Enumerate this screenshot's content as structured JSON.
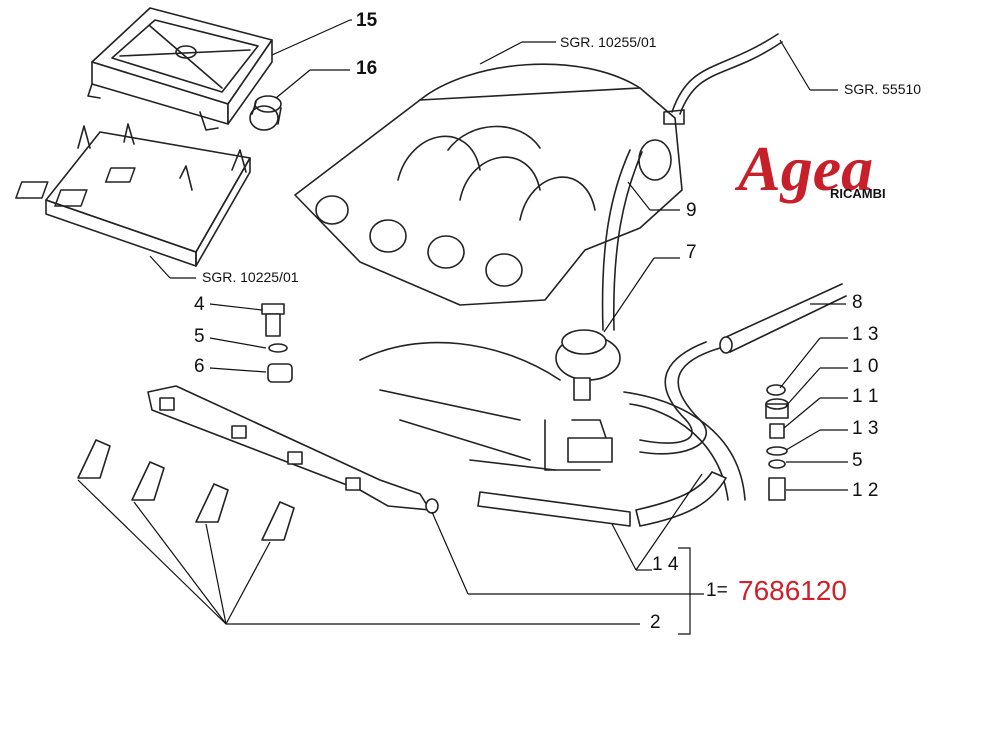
{
  "brand": {
    "logo_text": "Agea",
    "logo_sub": "RICAMBI",
    "logo_color": "#c8202a"
  },
  "callouts": {
    "c15": "15",
    "c16": "16",
    "c4": "4",
    "c5a": "5",
    "c6": "6",
    "c9": "9",
    "c7": "7",
    "c8": "8",
    "c13a": "1 3",
    "c10": "1 0",
    "c11": "1 1",
    "c13b": "1 3",
    "c5b": "5",
    "c12": "1 2",
    "c14": "1 4",
    "c1": "1=",
    "c2": "2"
  },
  "references": {
    "ref_top": "SGR. 10255/01",
    "ref_hose": "SGR. 55510",
    "ref_tray": "SGR. 10225/01"
  },
  "part_number": {
    "value": "7686120",
    "color": "#d0202a"
  }
}
